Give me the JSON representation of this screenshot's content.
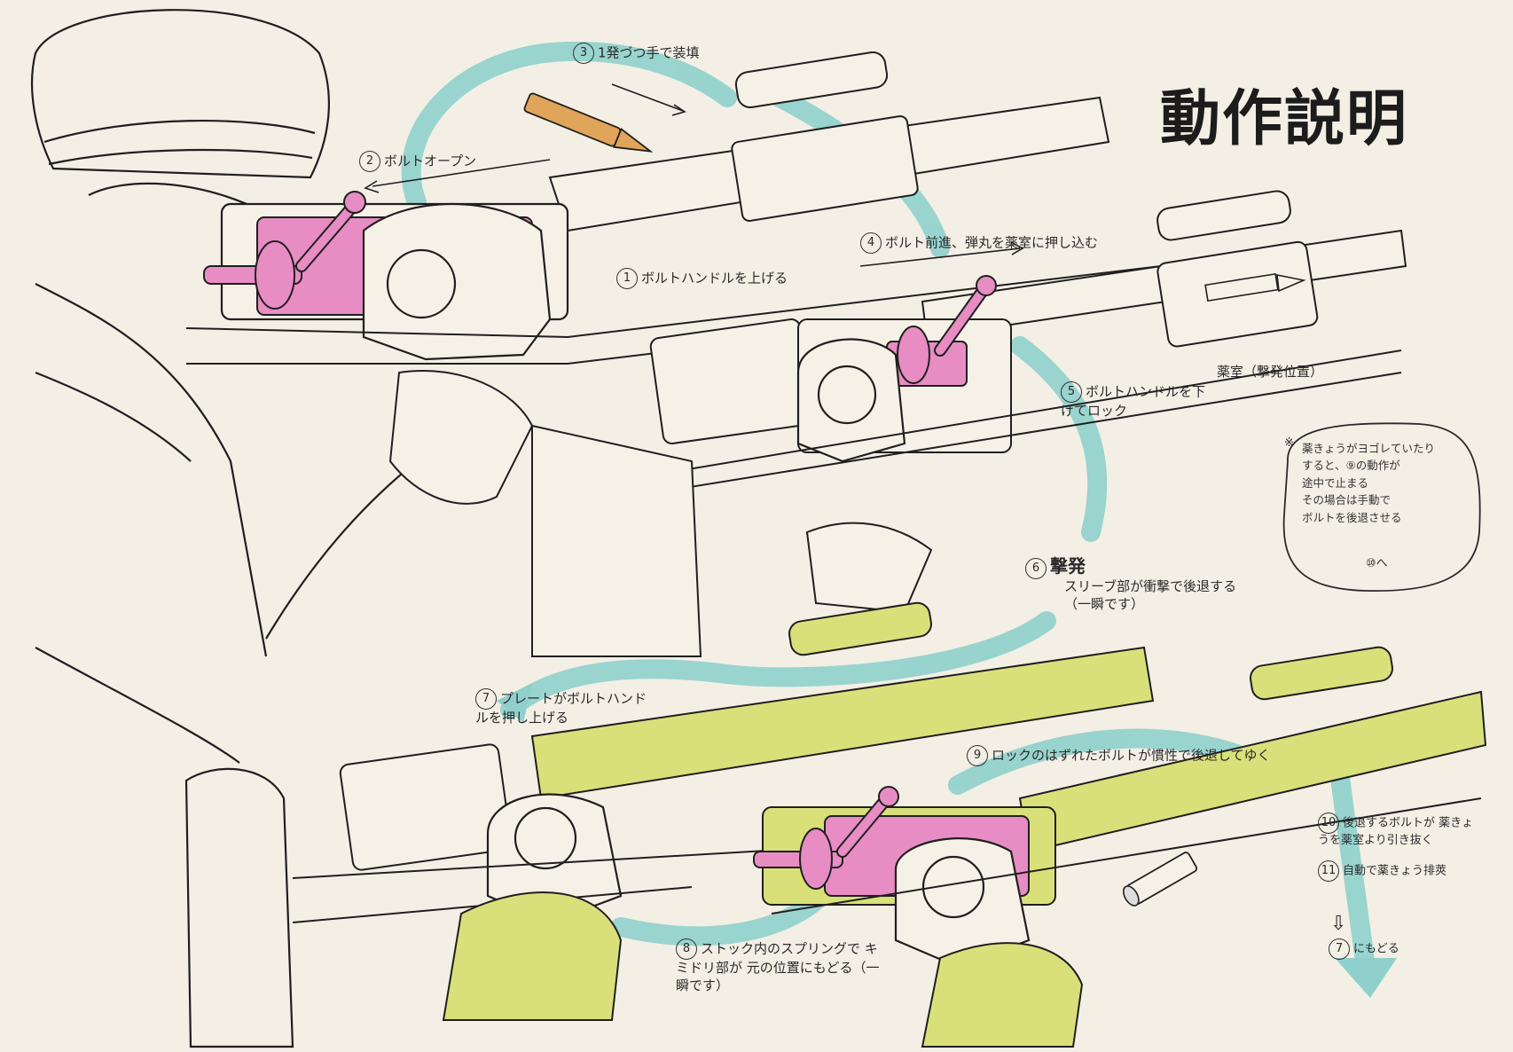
{
  "title": "動作説明",
  "steps": [
    {
      "num": "1",
      "text": "ボルトハンドルを上げる"
    },
    {
      "num": "2",
      "text": "ボルトオープン"
    },
    {
      "num": "3",
      "text": "1発づつ手で装填"
    },
    {
      "num": "4",
      "text": "ボルト前進、弾丸を薬室に押し込む"
    },
    {
      "num": "5",
      "text": "ボルトハンドルを下げてロック"
    },
    {
      "num": "6",
      "text": "撃発"
    },
    {
      "num": "7",
      "text": "プレートがボルトハンドルを押し上げる"
    },
    {
      "num": "8",
      "text": "ストック内のスプリングで キミドリ部が 元の位置にもどる（一瞬です）"
    },
    {
      "num": "9",
      "text": "ロックのはずれたボルトが慣性で後退してゆく"
    },
    {
      "num": "10",
      "text": "後退するボルトが 薬きょうを薬室より引き抜く"
    },
    {
      "num": "11",
      "text": "自動で薬きょう排莢"
    },
    {
      "num": "7",
      "text": "にもどる"
    }
  ],
  "step6_detail": "スリーブ部が衝撃で後退する（一瞬です）",
  "chamber_label": "薬室（撃発位置）",
  "side_note": {
    "mark": "※",
    "text": "薬きょうがヨゴレていたり\nすると、⑨の動作が\n途中で止まる\nその場合は手動で\nボルトを後退させる",
    "ref": "⑩へ"
  },
  "colors": {
    "bolt": "#e88cc4",
    "sleeve": "#d9e07a",
    "arrow": "#8fd0cc",
    "line": "#1f1f1f",
    "paper": "#f3efe5"
  }
}
